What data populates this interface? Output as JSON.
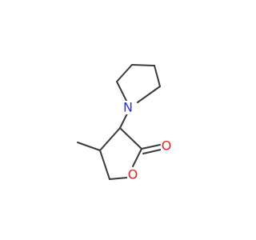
{
  "molecule": {
    "atoms": {
      "nitrogen": {
        "label": "N",
        "color": "#2f2fd1"
      },
      "ring_oxygen": {
        "label": "O",
        "color": "#e02020"
      },
      "carbonyl_oxygen": {
        "label": "O",
        "color": "#e02020"
      }
    },
    "bond_color": "#3a3a3a",
    "background": "#ffffff"
  }
}
